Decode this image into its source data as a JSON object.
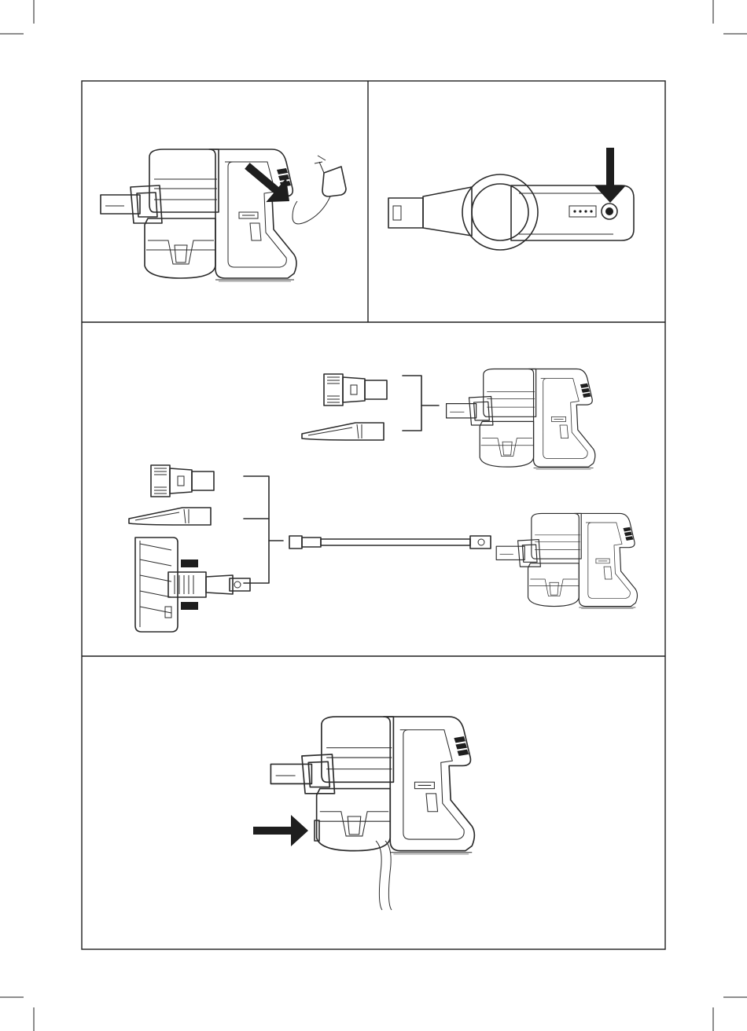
{
  "page": {
    "title": "",
    "panels": [
      {
        "id": "charge-connect",
        "caption": ""
      },
      {
        "id": "power-button",
        "caption": ""
      },
      {
        "id": "accessory-attach",
        "caption": ""
      },
      {
        "id": "dust-bin-release",
        "caption": ""
      }
    ]
  },
  "icons": {
    "arrow": "arrow-icon",
    "power": "power-button-icon",
    "bracket": "bracket-icon"
  },
  "colors": {
    "line": "#2b2b2b",
    "arrow": "#1e1e1e",
    "background": "#ffffff"
  }
}
